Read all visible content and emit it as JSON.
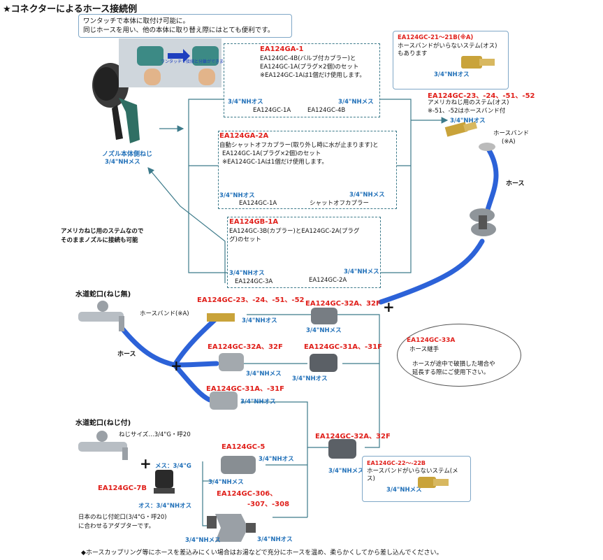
{
  "title": "★コネクターによるホース接続例",
  "top_callout": {
    "line1": "ワンタッチで本体に取付け可能に。",
    "line2": "同じホースを用い、他の本体に取り替え際にはとても便利です。"
  },
  "photo_caption": "ワンタッチで接続と分離ができます。",
  "nozzle": {
    "label": "ノズル本体側ねじ",
    "thread": "3/4\"NHメス"
  },
  "us_thread_note": {
    "line1": "アメリカねじ用のステムなので",
    "line2": "そのままノズルに接続も可能"
  },
  "ga1": {
    "code": "EA124GA-1",
    "line1": "EA124GC-4B(バルブ付カプラー)と",
    "line2": "EA124GC-1A(プラグ×2個)のセット",
    "line3": "※EA124GC-1Aは1個だけ使用します。",
    "left_thread": "3/4\"NHオス",
    "right_thread": "3/4\"NHメス",
    "left_part": "EA124GC-1A",
    "right_part": "EA124GC-4B"
  },
  "ga2": {
    "code": "EA124GA-2A",
    "line1": "自動シャットオフカプラー(取り外し時に水が止まります)と",
    "line2": "EA124GC-1A(プラグ×2個)のセット",
    "line3": "※EA124GC-1Aは1個だけ使用します。",
    "left_thread": "3/4\"NHオス",
    "right_thread": "3/4\"NHメス",
    "left_part": "EA124GC-1A",
    "right_part": "シャットオフカプラー"
  },
  "gb1": {
    "code": "EA124GB-1A",
    "line1": "EA124GC-3B(カプラー)とEA124GC-2A(プラグ",
    "line2": "グ)のセット",
    "left_thread": "3/4\"NHオス",
    "right_thread": "3/4\"NHメス",
    "left_part": "EA124GC-3A",
    "right_part": "EA124GC-2A"
  },
  "stem_male_callout": {
    "code": "EA124GC-21～21B(※A)",
    "line1": "ホースバンドがいらないステム(オス)",
    "line2": "もあります",
    "thread": "3/4\"NHオス"
  },
  "right_stem": {
    "code": "EA124GC-23、-24、-51、-52",
    "line1": "アメリカねじ用のステム(オス)",
    "line2": "※-51、-52はホースバンド付",
    "thread": "3/4\"NHオス"
  },
  "hose_band_a": "ホースバンド",
  "hose_band_a_note": "(※A)",
  "hose_right": "ホース",
  "faucet_plain": {
    "label": "水道蛇口(ねじ無)",
    "band": "ホースバンド(※A)",
    "stem_code": "EA124GC-23、-24、-51、-52",
    "stem_thread": "3/4\"NHオス",
    "hose": "ホース"
  },
  "row1": {
    "code": "EA124GC-32A、32F",
    "thread": "3/4\"NHメス"
  },
  "row2": {
    "code_left": "EA124GC-32A、32F",
    "thread_left": "3/4\"NHメス",
    "code_right": "EA124GC-31A、-31F",
    "thread_right": "3/4\"NHオス"
  },
  "row3": {
    "code": "EA124GC-31A、-31F",
    "thread": "3/4\"NHオス"
  },
  "joint_callout": {
    "code": "EA124GC-33A",
    "name": "ホース継手",
    "line1": "ホースが途中で破損した場合や",
    "line2": "延長する際にご使用下さい。"
  },
  "faucet_thread": {
    "label": "水道蛇口(ねじ付)",
    "size": "ねじサイズ…3/4\"G・呼20",
    "female": "メス：3/4\"G",
    "adapter_code": "EA124GC-7B",
    "male": "オス：3/4\"NHオス",
    "note1": "日本のねじ付蛇口(3/4\"G・呼20)",
    "note2": "に合わせるアダプターです。"
  },
  "gc5": {
    "code": "EA124GC-5",
    "thread_right": "3/4\"NHオス",
    "thread_left": "3/4\"NHメス"
  },
  "gc306": {
    "code1": "EA124GC-306、",
    "code2": "-307、-308",
    "thread_left": "3/4\"NHメス",
    "thread_right": "3/4\"NHオス"
  },
  "lower_32a": {
    "code": "EA124GC-32A、32F",
    "thread": "3/4\"NHメス"
  },
  "stem_female_callout": {
    "code": "EA124GC-22～-22B",
    "line1": "ホースバンドがいらないステム(メ",
    "line2": "ス)",
    "thread": "3/4\"NHメス"
  },
  "footer": "◆ホースカップリング等にホースを差込みにくい場合はお湯などで充分にホースを温め、柔らかくしてから差し込んでください。"
}
